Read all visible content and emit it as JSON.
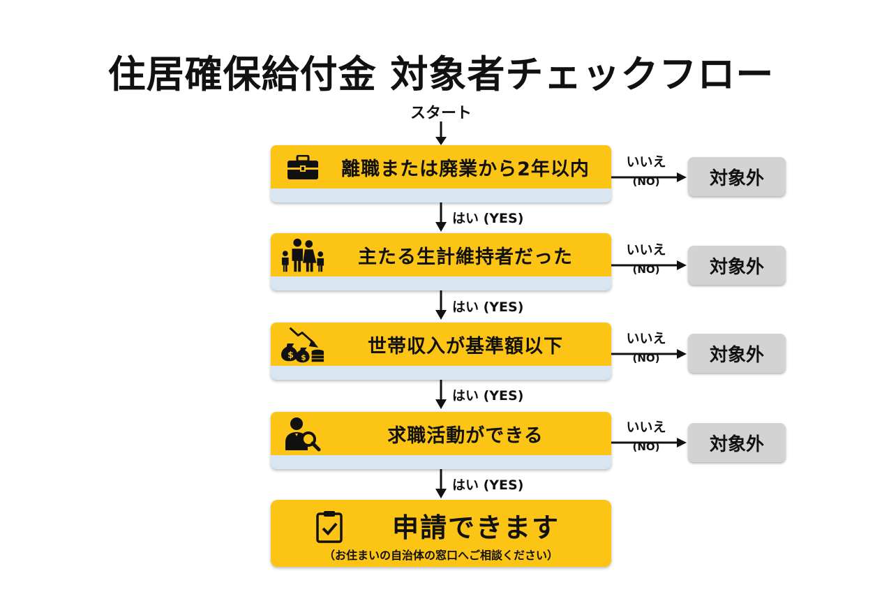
{
  "title": "住居確保給付金 対象者チェックフロー",
  "start_label": "スタート",
  "colors": {
    "step_fill": "#fcc414",
    "step_underbar": "#d8e6f2",
    "exit_fill": "#d3d3d3",
    "arrow": "#111111"
  },
  "steps": [
    {
      "label": "離職または廃業から2年以内",
      "icon": "briefcase-icon"
    },
    {
      "label": "主たる生計維持者だった",
      "icon": "family-icon"
    },
    {
      "label": "世帯収入が基準額以下",
      "icon": "money-bags-decline-icon"
    },
    {
      "label": "求職活動ができる",
      "icon": "job-search-person-icon"
    }
  ],
  "branch": {
    "no_label": "いいえ",
    "no_sub": "(NO)",
    "yes_label": "はい (YES)",
    "exit_label": "対象外"
  },
  "final": {
    "label": "申請できます",
    "note": "（お住まいの自治体の窓口へご相談ください）",
    "icon": "clipboard-check-icon"
  }
}
